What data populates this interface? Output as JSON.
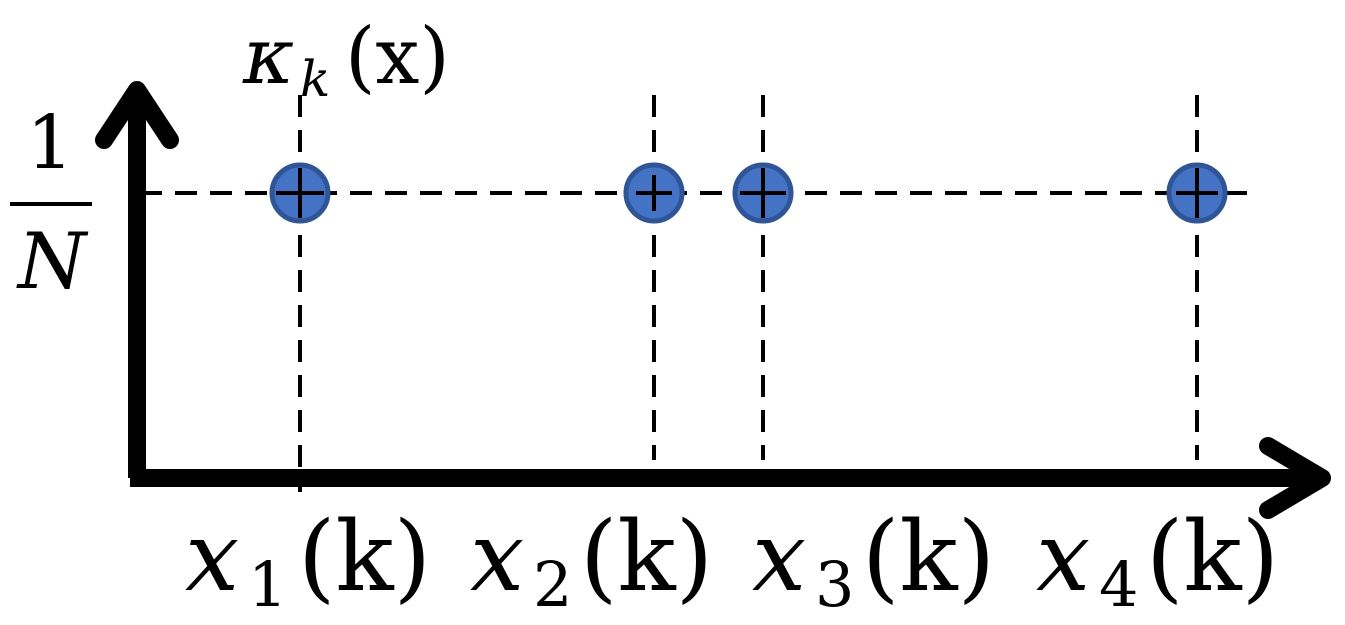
{
  "y_axis": {
    "label_main": "κ",
    "label_sub": "k",
    "label_arg": "(x)",
    "tick_numerator": "1",
    "tick_denominator": "N"
  },
  "x_axis": {
    "ticks": [
      {
        "var": "x",
        "sub": "1",
        "arg": "(k)"
      },
      {
        "var": "x",
        "sub": "2",
        "arg": "(k)"
      },
      {
        "var": "x",
        "sub": "3",
        "arg": "(k)"
      },
      {
        "var": "x",
        "sub": "4",
        "arg": "(k)"
      }
    ]
  },
  "points": {
    "count": 4,
    "value": "1/N",
    "color": "#4472C4",
    "edge_color": "#2F5597"
  },
  "colors": {
    "axis": "#000000",
    "guide_lines": "#000000"
  }
}
